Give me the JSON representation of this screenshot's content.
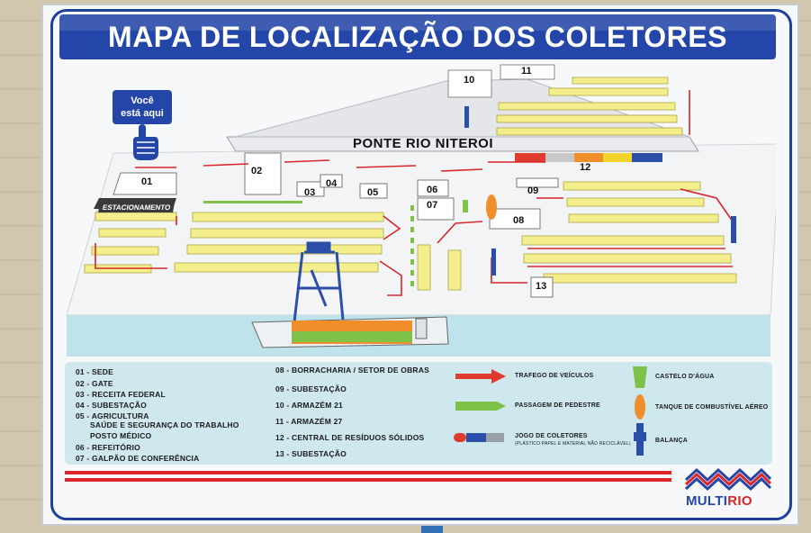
{
  "title": "MAPA DE LOCALIZAÇÃO DOS COLETORES",
  "you_are_here": [
    "Você",
    "está aqui"
  ],
  "bridge_label": "PONTE RIO NITEROI",
  "parking_label": "ESTACIONAMENTO",
  "building_numbers": [
    "01",
    "02",
    "03",
    "04",
    "05",
    "06",
    "07",
    "08",
    "09",
    "10",
    "11",
    "12",
    "13"
  ],
  "legend": {
    "left_col": [
      "01 - SEDE",
      "02 - GATE",
      "03 - RECEITA FEDERAL",
      "04 - SUBESTAÇÃO",
      "05 - AGRICULTURA",
      "SAÚDE E SEGURANÇA DO TRABALHO",
      "POSTO MÉDICO",
      "06 - REFEITÓRIO",
      "07 - GALPÃO DE CONFERÊNCIA"
    ],
    "mid_col": [
      "08 - BORRACHARIA / SETOR DE OBRAS",
      "09 - SUBESTAÇÃO",
      "10 - ARMAZÉM 21",
      "11 - ARMAZÉM 27",
      "12 - CENTRAL DE RESÍDUOS SÓLIDOS",
      "13 - SUBESTAÇÃO"
    ],
    "symbols": [
      {
        "label": "TRAFEGO DE VEÍCULOS",
        "icon": "red-arrow-icon"
      },
      {
        "label": "PASSAGEM DE PEDESTRE",
        "icon": "green-arrow-icon"
      },
      {
        "label": "JOGO DE COLETORES",
        "sub": "(PLÁSTICO PAPEL E MATERIAL NÃO RECICLÁVEL)",
        "icon": "collector-bins-icon"
      },
      {
        "label": "CASTELO D'ÁGUA",
        "icon": "water-tower-icon"
      },
      {
        "label": "TANQUE DE COMBUSTÍVEL AÉREO",
        "icon": "fuel-tank-icon"
      },
      {
        "label": "BALANÇA",
        "icon": "scale-icon"
      }
    ]
  },
  "brand": {
    "prefix": "MULTI",
    "suffix": "RIO"
  },
  "colors": {
    "primary": "#2346a8",
    "accent_red": "#d8262a",
    "water": "#bfe3ea",
    "container_yellow": "#f4ef8c"
  }
}
